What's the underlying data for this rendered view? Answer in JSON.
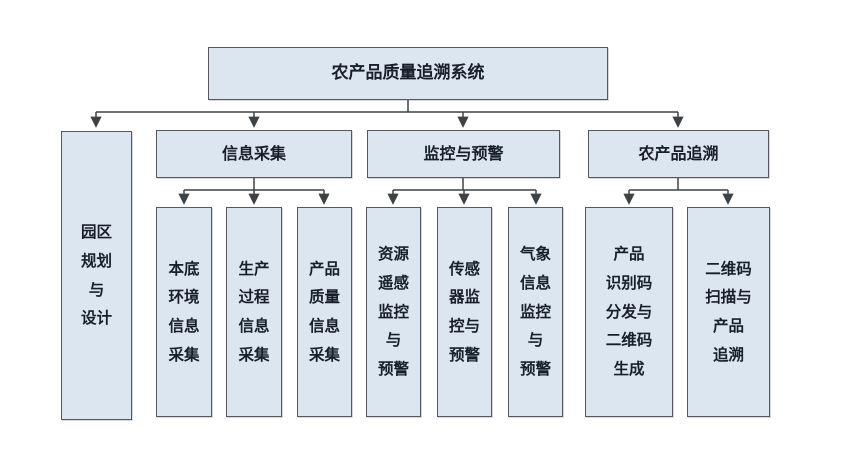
{
  "diagram": {
    "root": {
      "label": "农产品质量追溯系统"
    },
    "left_branch": {
      "label": "园区规划与设计",
      "lines": [
        "园区",
        "规划",
        "与",
        "设计"
      ]
    },
    "branches": [
      {
        "label": "信息采集",
        "children": [
          {
            "label": "本底环境信息采集",
            "lines": [
              "本底",
              "环境",
              "信息",
              "采集"
            ]
          },
          {
            "label": "生产过程信息采集",
            "lines": [
              "生产",
              "过程",
              "信息",
              "采集"
            ]
          },
          {
            "label": "产品质量信息采集",
            "lines": [
              "产品",
              "质量",
              "信息",
              "采集"
            ]
          }
        ]
      },
      {
        "label": "监控与预警",
        "children": [
          {
            "label": "资源遥感监控与预警",
            "lines": [
              "资源",
              "遥感",
              "监控",
              "与",
              "预警"
            ]
          },
          {
            "label": "传感器监控与预警",
            "lines": [
              "传感",
              "器监",
              "控与",
              "预警"
            ]
          },
          {
            "label": "气象信息监控与预警",
            "lines": [
              "气象",
              "信息",
              "监控",
              "与",
              "预警"
            ]
          }
        ]
      },
      {
        "label": "农产品追溯",
        "children": [
          {
            "label": "产品识别码分发与二维码生成",
            "lines": [
              "产品",
              "识别码",
              "分发与",
              "二维码",
              "生成"
            ]
          },
          {
            "label": "二维码扫描与产品追溯",
            "lines": [
              "二维码",
              "扫描与",
              "产品",
              "追溯"
            ]
          }
        ]
      }
    ]
  },
  "colors": {
    "background": "#ffffff",
    "box_fill": "#dce6f1",
    "box_border": "#55595f",
    "connector_line": "#3f4245",
    "text": "#17202a"
  }
}
